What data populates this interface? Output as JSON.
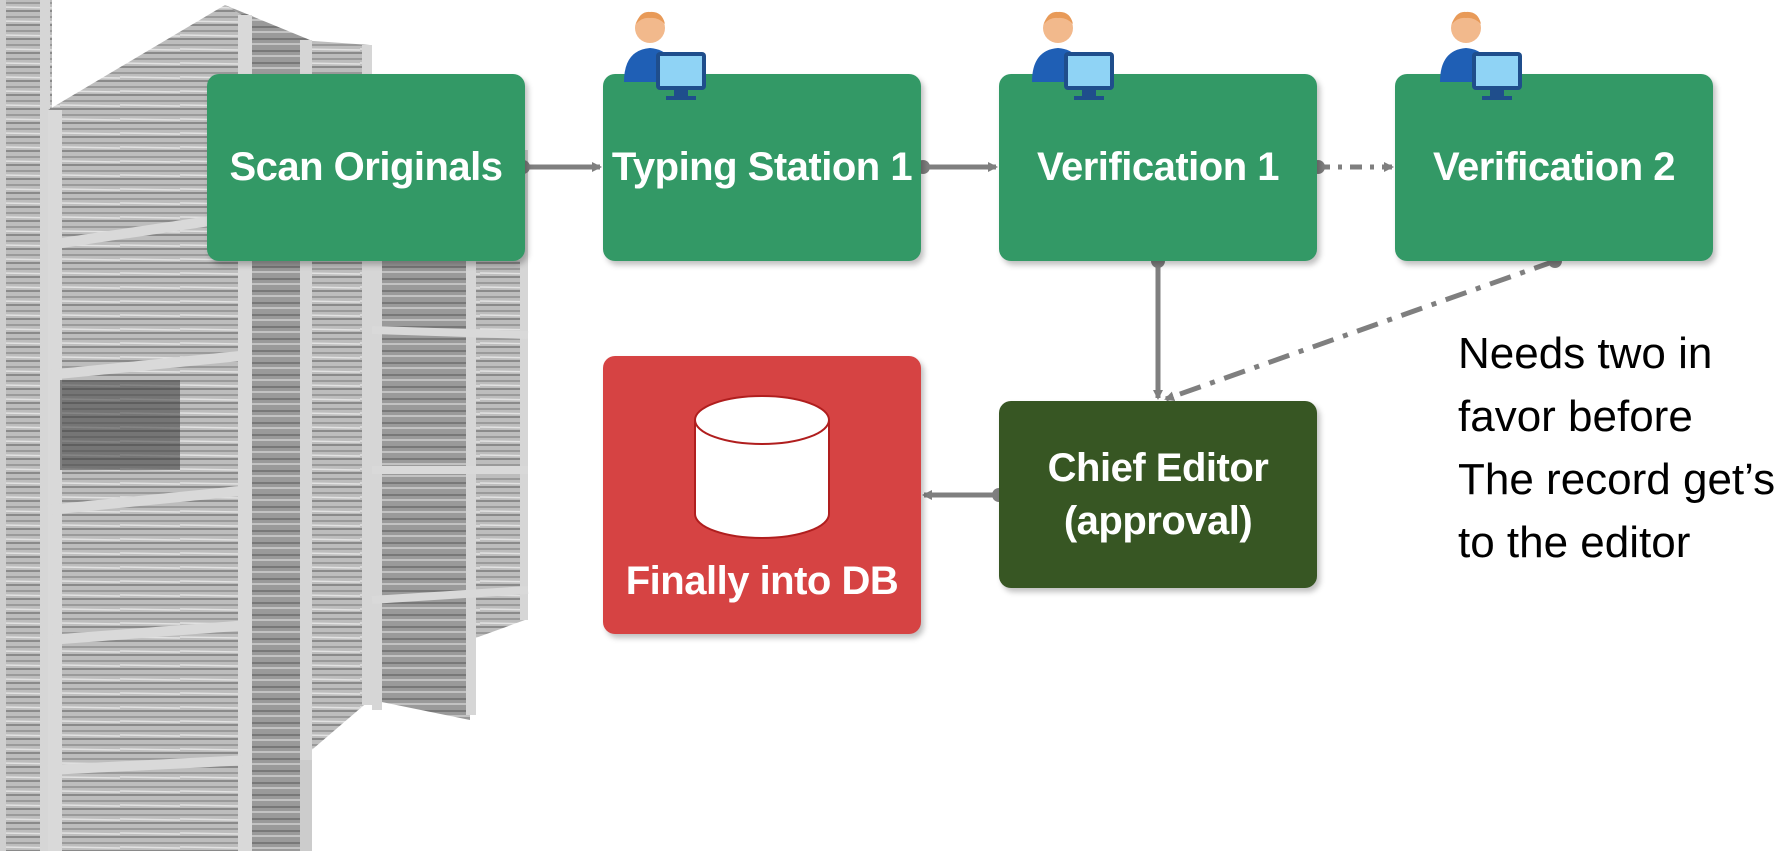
{
  "nodes": {
    "scan": "Scan Originals",
    "typing": "Typing Station 1",
    "verification1": "Verification 1",
    "verification2": "Verification 2",
    "chief": "Chief Editor\n(approval)",
    "db": "Finally into DB"
  },
  "note": "Needs two in\nfavor before\nThe record get’s\nto the editor",
  "colors": {
    "step": "#339966",
    "approval": "#375623",
    "final": "#d64343",
    "arrow": "#7f7f7f"
  },
  "icons": {
    "operator": "person-at-computer-icon",
    "database": "database-cylinder-icon",
    "archive": "archive-shelves-photo"
  }
}
